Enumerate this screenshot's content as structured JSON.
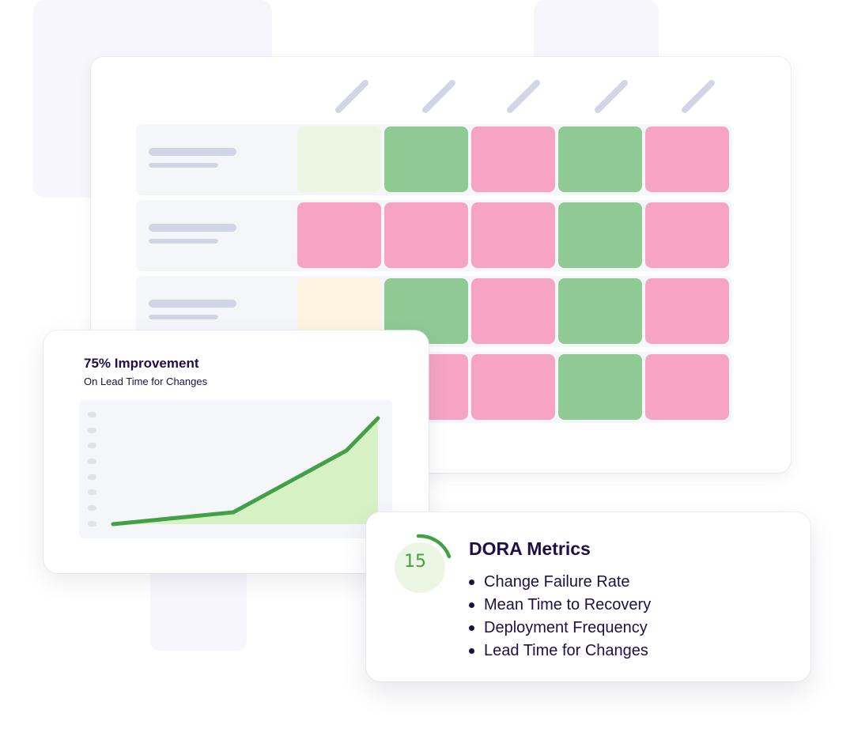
{
  "colors": {
    "good": "#8fc994",
    "bad": "#f7a3c4",
    "neutral_green": "#ebf7e2",
    "neutral_yellow": "#fdf5e0",
    "accent_green": "#43a047",
    "area_fill": "#d6f2c4",
    "text_dark": "#1e0f46",
    "placeholder": "#d1d5e6"
  },
  "heatmap": {
    "column_count": 5,
    "rows": [
      {
        "cells": [
          "neutral_green",
          "good",
          "bad",
          "good",
          "bad"
        ]
      },
      {
        "cells": [
          "bad",
          "bad",
          "bad",
          "good",
          "bad"
        ]
      },
      {
        "cells": [
          "neutral_yellow",
          "good",
          "bad",
          "good",
          "bad"
        ]
      },
      {
        "cells": [
          "hidden",
          "bad",
          "bad",
          "good",
          "bad"
        ]
      }
    ]
  },
  "improvement_card": {
    "title": "75% Improvement",
    "subtitle": "On Lead Time for Changes"
  },
  "dora_card": {
    "score": "15",
    "title": "DORA Metrics",
    "items": [
      "Change Failure Rate",
      "Mean Time to Recovery",
      "Deployment Frequency",
      "Lead Time for Changes"
    ]
  },
  "chart_data": {
    "type": "area",
    "title": "75% Improvement",
    "subtitle": "On Lead Time for Changes",
    "xlabel": "",
    "ylabel": "",
    "x": [
      0,
      1,
      2,
      3,
      4
    ],
    "values": [
      0,
      1,
      1.1,
      4.9,
      7
    ],
    "ylim": [
      0,
      7
    ],
    "y_tick_count": 8,
    "grid": false,
    "legend": null
  }
}
